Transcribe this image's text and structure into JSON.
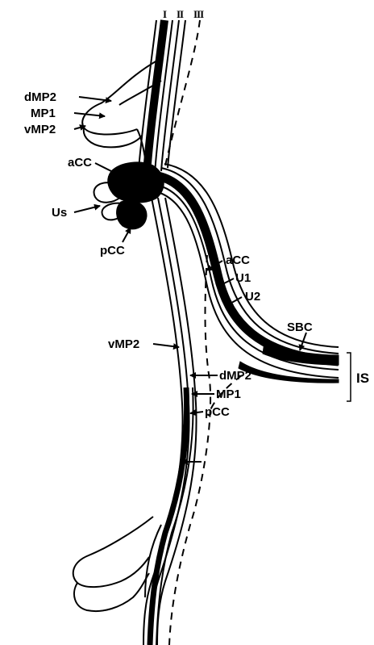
{
  "figure": {
    "tract_labels": [
      "I",
      "II",
      "III"
    ],
    "labels": {
      "dMP2_top": "dMP2",
      "MP1_top": "MP1",
      "vMP2_top": "vMP2",
      "aCC_body": "aCC",
      "Us": "Us",
      "pCC_body": "pCC",
      "aCC_axon": "aCC",
      "U1": "U1",
      "U2": "U2",
      "SBC": "SBC",
      "IS": "IS",
      "vMP2_axon": "vMP2",
      "dMP2_axon": "dMP2",
      "MP1_axon": "MP1",
      "pCC_axon": "pCC"
    }
  }
}
